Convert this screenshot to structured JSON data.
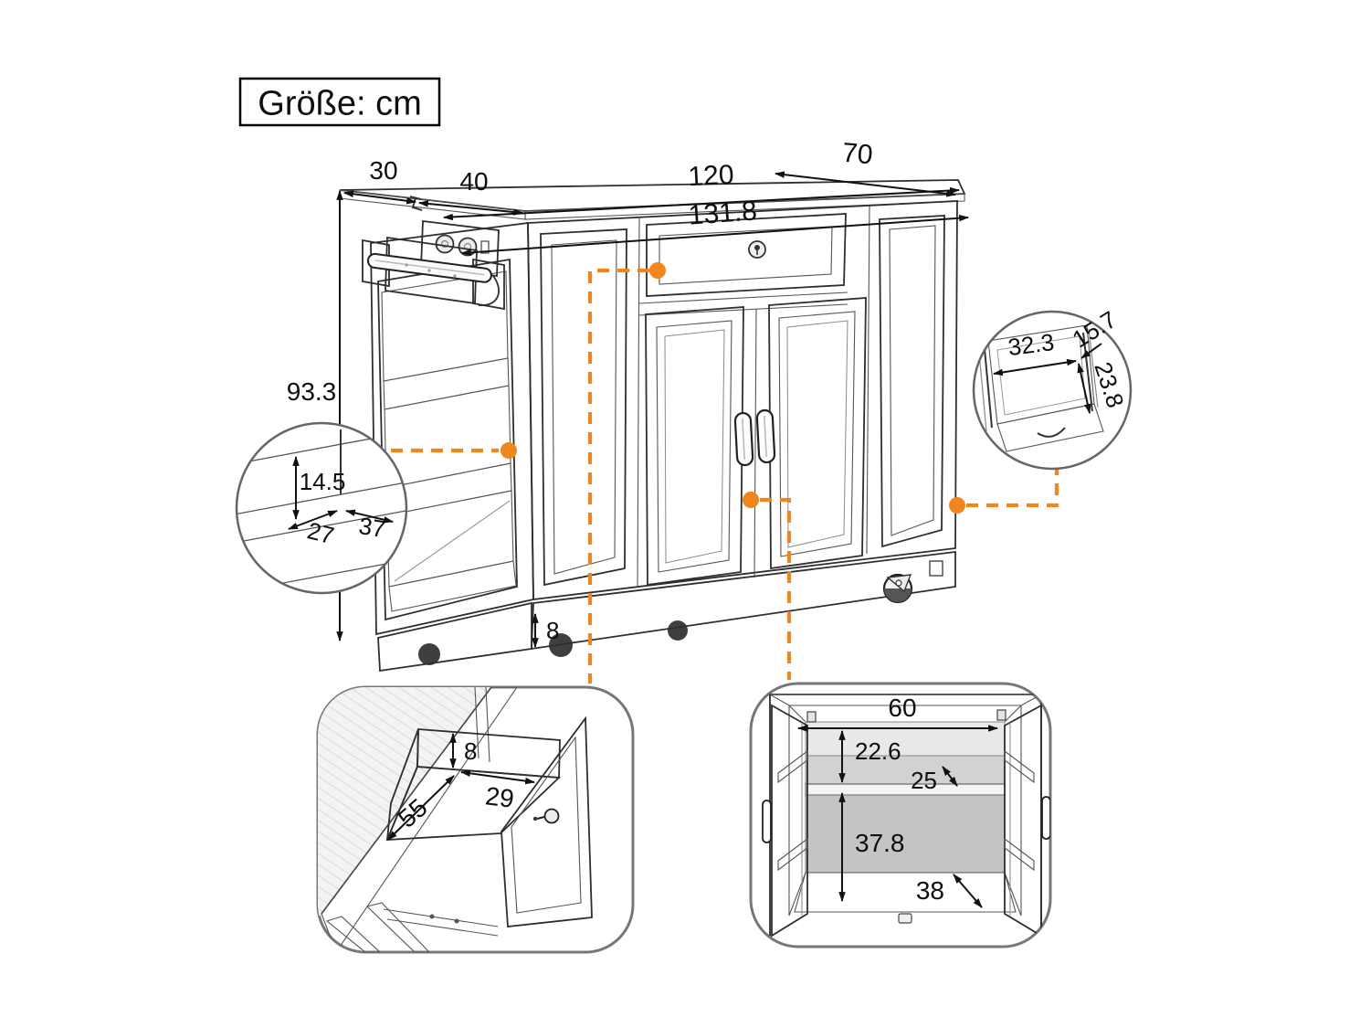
{
  "header": {
    "size_label": "Größe: cm"
  },
  "colors": {
    "accent": "#F0861E",
    "line": "#2e2e2e"
  },
  "main": {
    "leaf_depth": "30",
    "side_depth": "40",
    "top_width": "120",
    "top_depth": "70",
    "total_width": "131.8",
    "height": "93.3",
    "base_height": "8"
  },
  "shelf_detail": {
    "height": "14.5",
    "depth": "27",
    "width": "37"
  },
  "tilt_detail": {
    "width": "32.3",
    "top_width": "15.7",
    "height": "23.8"
  },
  "drawer_detail": {
    "inner_height": "8",
    "inner_width": "29",
    "inner_depth": "55"
  },
  "cabinet_detail": {
    "opening_width": "60",
    "upper_height": "22.6",
    "shelf_depth": "25",
    "lower_height": "37.8",
    "bottom_depth": "38"
  }
}
